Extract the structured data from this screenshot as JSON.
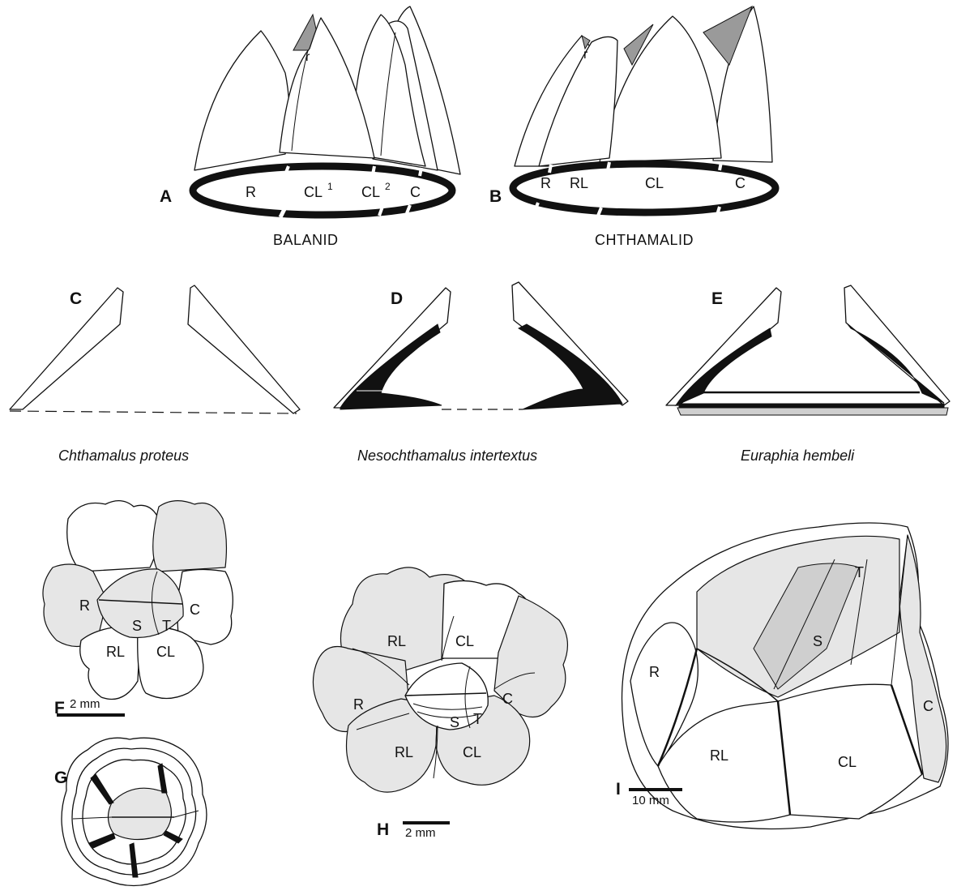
{
  "panels": {
    "A": {
      "letter": "A",
      "caption": "BALANID",
      "plates": {
        "r": "r",
        "R": "R",
        "CL1": "CL",
        "CL1_sup": "1",
        "CL2": "CL",
        "CL2_sup": "2",
        "C": "C"
      }
    },
    "B": {
      "letter": "B",
      "caption": "CHTHAMALID",
      "plates": {
        "r": "r",
        "R": "R",
        "RL": "RL",
        "CL": "CL",
        "C": "C"
      }
    },
    "C": {
      "letter": "C",
      "species": "Chthamalus proteus"
    },
    "D": {
      "letter": "D",
      "species": "Nesochthamalus intertextus"
    },
    "E": {
      "letter": "E",
      "species": "Euraphia hembeli"
    },
    "F": {
      "letter": "F",
      "plates": {
        "R": "R",
        "S": "S",
        "T": "T",
        "C": "C",
        "RL": "RL",
        "CL": "CL"
      },
      "scale": "2 mm"
    },
    "G": {
      "letter": "G"
    },
    "H": {
      "letter": "H",
      "plates": {
        "RL": "RL",
        "CL_top": "CL",
        "R": "R",
        "S": "S",
        "T": "T",
        "C": "C",
        "RL_bottom": "RL",
        "CL_bottom": "CL"
      },
      "scale": "2 mm"
    },
    "I": {
      "letter": "I",
      "plates": {
        "T": "T",
        "S": "S",
        "R": "R",
        "RL": "RL",
        "CL": "CL",
        "C": "C"
      },
      "scale": "10 mm"
    }
  }
}
